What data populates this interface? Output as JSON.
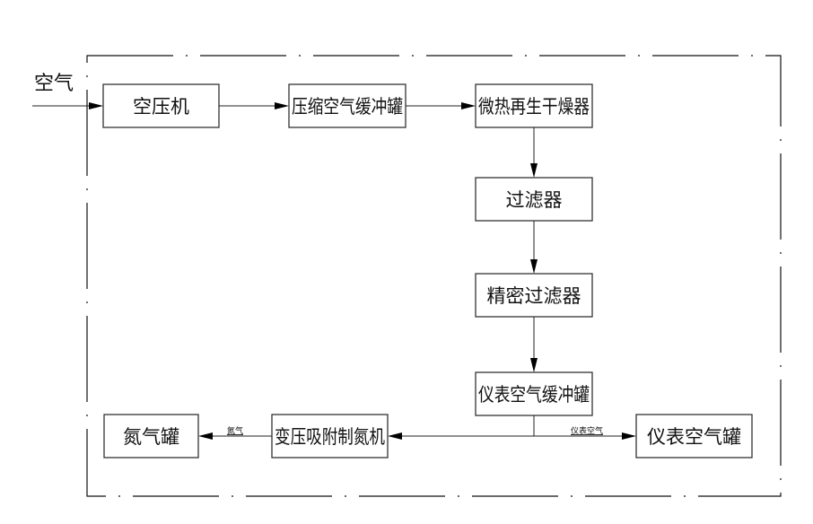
{
  "diagram": {
    "title": "",
    "input_label": "空气",
    "nodes": {
      "air_compressor": "空压机",
      "compressed_air_buffer": "压缩空气缓冲罐",
      "dryer": "微热再生干燥器",
      "filter": "过滤器",
      "precision_filter": "精密过滤器",
      "instrument_air_buffer": "仪表空气缓冲罐",
      "psa_nitrogen": "变压吸附制氮机",
      "nitrogen_tank": "氮气罐",
      "instrument_air_tank": "仪表空气罐"
    },
    "edge_labels": {
      "nitrogen": "氮气",
      "instrument_air": "仪表空气"
    },
    "edges": [
      {
        "from": "空气",
        "to": "空压机"
      },
      {
        "from": "空压机",
        "to": "压缩空气缓冲罐"
      },
      {
        "from": "压缩空气缓冲罐",
        "to": "微热再生干燥器"
      },
      {
        "from": "微热再生干燥器",
        "to": "过滤器"
      },
      {
        "from": "过滤器",
        "to": "精密过滤器"
      },
      {
        "from": "精密过滤器",
        "to": "仪表空气缓冲罐"
      },
      {
        "from": "仪表空气缓冲罐",
        "to": "变压吸附制氮机"
      },
      {
        "from": "仪表空气缓冲罐",
        "to": "仪表空气罐",
        "label": "仪表空气"
      },
      {
        "from": "变压吸附制氮机",
        "to": "氮气罐",
        "label": "氮气"
      }
    ]
  }
}
